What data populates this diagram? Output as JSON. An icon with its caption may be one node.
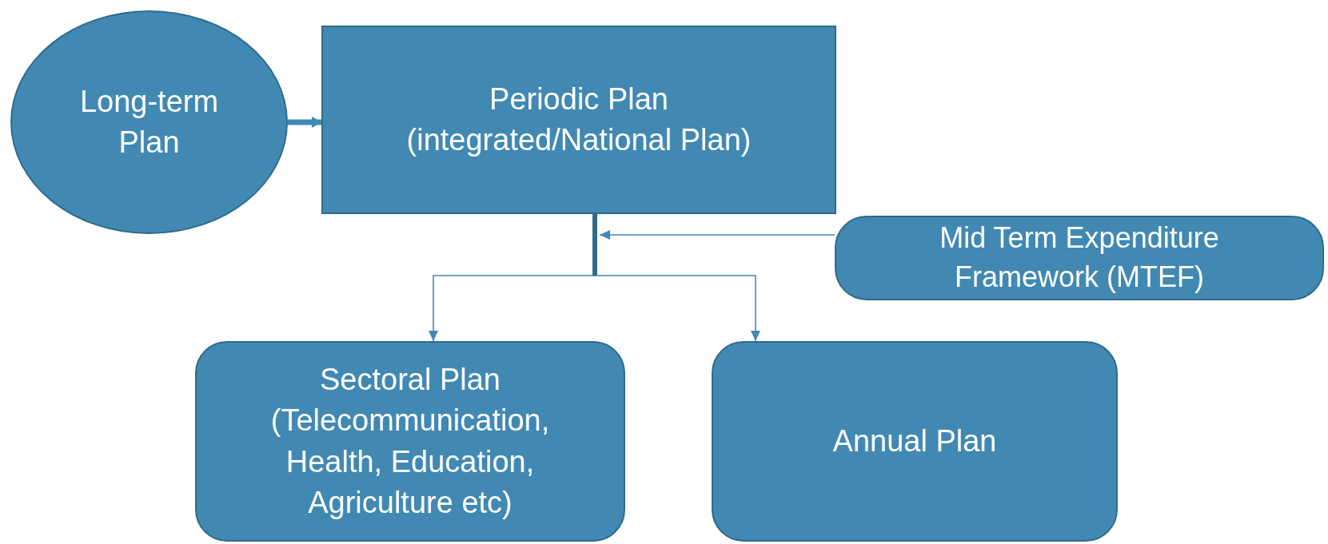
{
  "diagram": {
    "nodes": [
      {
        "text": [
          "Long-term Plan"
        ]
      },
      {
        "text": [
          "Periodic Plan (integrated/National Plan)"
        ]
      },
      {
        "text": [
          "Mid Term Expenditure Framework (MTEF)"
        ]
      },
      {
        "text": [
          "Sectoral Plan (Telecommunication, Health, Education, Agriculture etc)"
        ]
      },
      {
        "text": [
          "Annual Plan"
        ]
      }
    ],
    "edges": [
      {
        "from": 0,
        "to": 1,
        "arrow": "to",
        "style": "thick"
      },
      {
        "from": 2,
        "to": 1,
        "arrow": "to"
      },
      {
        "from": 1,
        "to": 3,
        "arrow": "to"
      },
      {
        "from": 1,
        "to": 4,
        "arrow": "to"
      }
    ]
  }
}
